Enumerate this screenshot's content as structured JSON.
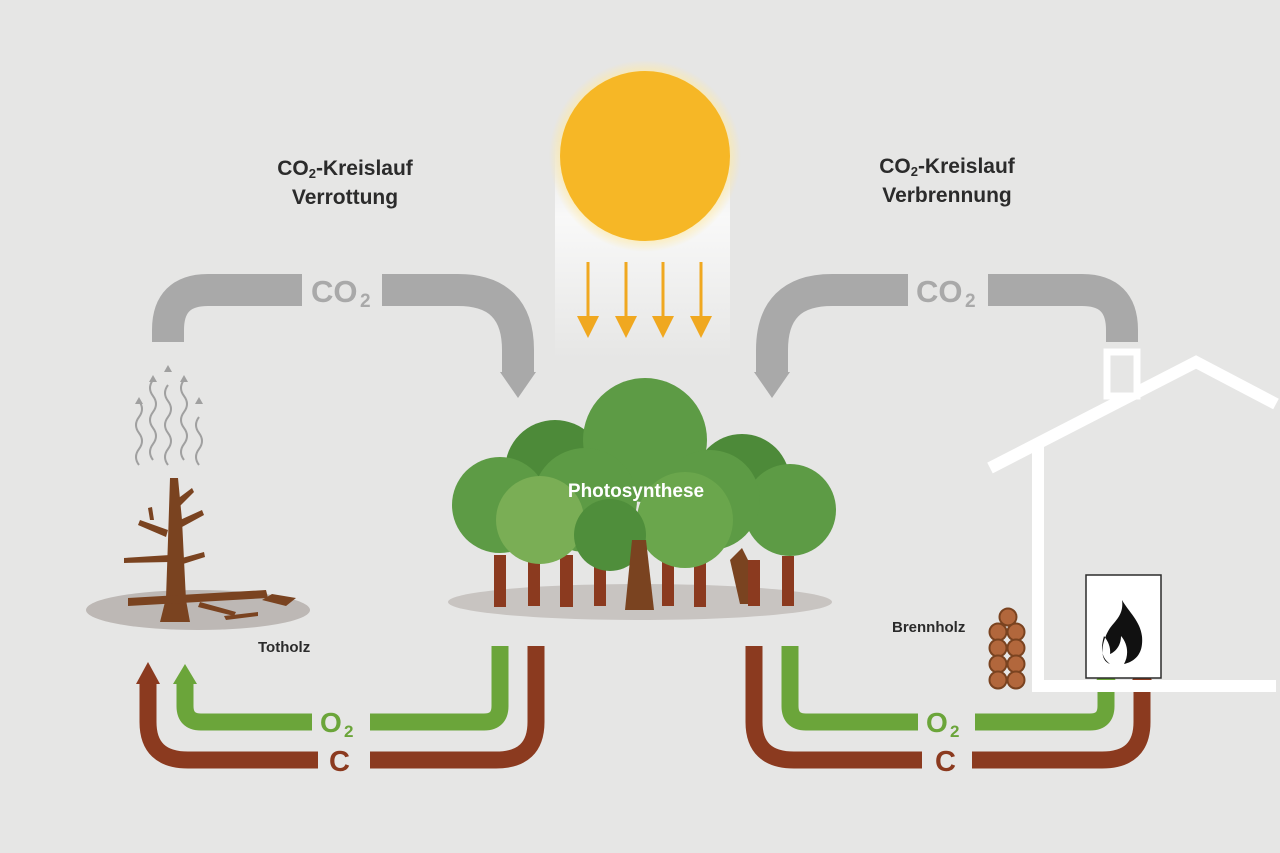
{
  "titles": {
    "left": {
      "prefix": "CO",
      "sub": "2",
      "suffix": "-Kreislauf",
      "line2": "Verrottung"
    },
    "right": {
      "prefix": "CO",
      "sub": "2",
      "suffix": "-Kreislauf",
      "line2": "Verbrennung"
    }
  },
  "pipes": {
    "co2": {
      "main": "CO",
      "sub": "2"
    },
    "o2": {
      "main": "O",
      "sub": "2"
    },
    "carbon": "C"
  },
  "labels": {
    "photosynthese": "Photosynthese",
    "totholz": "Totholz",
    "brennholz": "Brennholz"
  },
  "colors": {
    "background": "#e6e6e5",
    "co2_pipe": "#a9a9a9",
    "o2_pipe": "#6ba53a",
    "carbon_pipe": "#8b3a1f",
    "sun": "#f6b726",
    "sun_rays": "#f0a820",
    "tree_green": "#5d9b45",
    "trunk": "#7a4320",
    "house": "#ffffff"
  },
  "icons": [
    "sun-icon",
    "tree-group-icon",
    "dead-tree-icon",
    "firewood-icon",
    "house-icon",
    "flame-icon"
  ]
}
